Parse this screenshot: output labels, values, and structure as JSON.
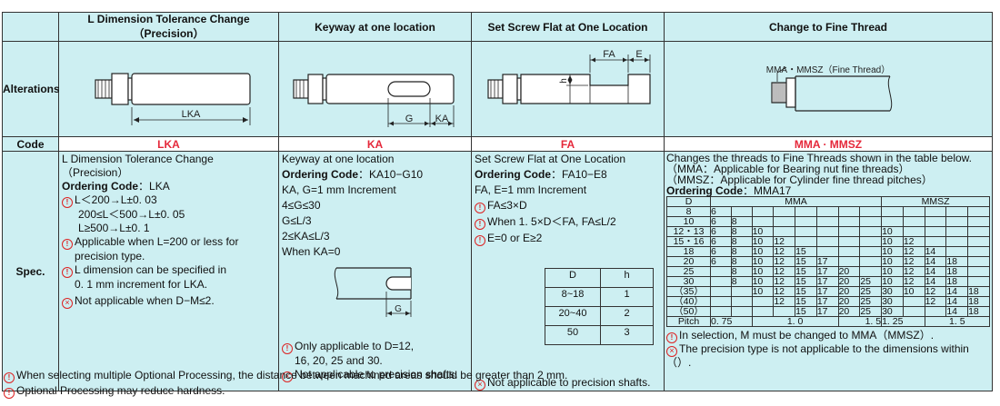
{
  "headers": {
    "lka": "L Dimension Tolerance Change（Precision）",
    "ka": "Keyway at one location",
    "fa": "Set Screw Flat at One Location",
    "mma": "Change to Fine Thread"
  },
  "row_labels": {
    "alterations": "Alterations",
    "code": "Code",
    "spec": "Spec."
  },
  "drawing_labels": {
    "lka_dim": "LKA",
    "ka_g": "G",
    "ka_ka": "KA",
    "fa_fa": "FA",
    "fa_e": "E",
    "fa_h": "h",
    "mma_note": "MMA・MMSZ（Fine Thread）",
    "ka_spec_g": "G"
  },
  "codes": {
    "lka": "LKA",
    "ka": "KA",
    "fa": "FA",
    "mma": "MMA · MMSZ"
  },
  "lka_spec": {
    "line1": "L Dimension Tolerance Change",
    "line2": "（Precision）",
    "ordering_label": "Ordering Code",
    "ordering_value": "：LKA",
    "t1": "L＜200→L±0. 03",
    "t2": "200≤L＜500→L±0. 05",
    "t3": "L≥500→L±0. 1",
    "n1": "Applicable when L=200 or less for",
    "n1b": "precision type.",
    "n2": "L dimension can be specified in",
    "n2b": "0. 1 mm increment for LKA.",
    "n3": "Not applicable when D−M≤2."
  },
  "ka_spec": {
    "line1": "Keyway at one location",
    "ordering_label": "Ordering Code",
    "ordering_value": "：KA10−G10",
    "l2": "KA, G=1 mm Increment",
    "l3": "4≤G≤30",
    "l4": "G≤L/3",
    "l5": "2≤KA≤L/3",
    "l6": "When KA=0",
    "n1": "Only applicable to D=12,",
    "n1b": "16, 20, 25 and 30.",
    "n2": "Not applicable to precision shafts."
  },
  "fa_spec": {
    "line1": "Set Screw Flat at One Location",
    "ordering_label": "Ordering Code",
    "ordering_value": "：FA10−E8",
    "l2": "FA, E=1 mm Increment",
    "n1": "FA≤3×D",
    "n2": "When 1. 5×D＜FA, FA≤L/2",
    "n3": "E=0 or E≥2",
    "table_head": [
      "D",
      "h"
    ],
    "table_rows": [
      [
        "8~18",
        "1"
      ],
      [
        "20~40",
        "2"
      ],
      [
        "50",
        "3"
      ]
    ],
    "n4": "Not applicable to precision shafts."
  },
  "mma_spec": {
    "l1": "Changes the threads to Fine Threads shown in the table below.",
    "l2": "（MMA：Applicable for Bearing nut fine threads）",
    "l3": "（MMSZ：Applicable for Cylinder fine thread pitches）",
    "ordering_label": "Ordering Code",
    "ordering_value": "：MMA17",
    "table_head": [
      "D",
      "MMA",
      "MMSZ"
    ],
    "table_rows": [
      [
        "8",
        "6",
        "",
        "",
        "",
        "",
        "",
        "",
        "",
        "",
        "",
        "",
        "",
        ""
      ],
      [
        "10",
        "6",
        "8",
        "",
        "",
        "",
        "",
        "",
        "",
        "",
        "",
        "",
        "",
        ""
      ],
      [
        "12・13",
        "6",
        "8",
        "10",
        "",
        "",
        "",
        "",
        "",
        "10",
        "",
        "",
        ""
      ],
      [
        "15・16",
        "6",
        "8",
        "10",
        "12",
        "",
        "",
        "",
        "",
        "10",
        "12",
        "",
        ""
      ],
      [
        "18",
        "6",
        "8",
        "10",
        "12",
        "15",
        "",
        "",
        "",
        "10",
        "12",
        "14",
        ""
      ],
      [
        "20",
        "6",
        "8",
        "10",
        "12",
        "15",
        "17",
        "",
        "",
        "10",
        "12",
        "14",
        "18"
      ],
      [
        "25",
        "",
        "8",
        "10",
        "12",
        "15",
        "17",
        "20",
        "",
        "10",
        "12",
        "14",
        "18"
      ],
      [
        "30",
        "",
        "8",
        "10",
        "12",
        "15",
        "17",
        "20",
        "25",
        "10",
        "12",
        "14",
        "18"
      ],
      [
        "（35）",
        "",
        "",
        "10",
        "12",
        "15",
        "17",
        "20",
        "25",
        "30",
        "10",
        "12",
        "14",
        "18"
      ],
      [
        "（40）",
        "",
        "",
        "",
        "12",
        "15",
        "17",
        "20",
        "25",
        "30",
        "",
        "12",
        "14",
        "18"
      ],
      [
        "（50）",
        "",
        "",
        "",
        "",
        "15",
        "17",
        "20",
        "25",
        "30",
        "",
        "",
        "14",
        "18"
      ]
    ],
    "pitch_label": "Pitch",
    "pitch_values": [
      "0. 75",
      "1. 0",
      "1. 5",
      "1. 25",
      "1. 5"
    ],
    "n1": "In selection, M must be changed to MMA（MMSZ）.",
    "n2": "The precision type is not applicable to the dimensions within（）."
  },
  "footnotes": {
    "f1": "When selecting multiple Optional Processing, the distance between machined areas should be greater than 2 mm.",
    "f2": "Optional Processing may reduce hardness."
  }
}
